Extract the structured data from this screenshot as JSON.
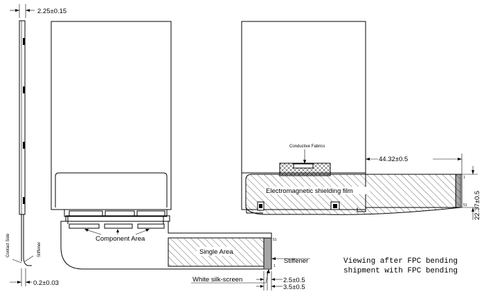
{
  "side_view": {
    "thickness_dim": "2.25±0.15",
    "contact_side": "Contact Side",
    "stiffener": "Stiffener",
    "fpc_thickness_dim": "0.2±0.03"
  },
  "front_view": {
    "component_area": "Component Area",
    "single_area": "Single Area",
    "stiffener": "Stiffener",
    "white_silk_screen": "White silk-screen",
    "pin_first": "51",
    "pin_last": "1",
    "dim_a": "2.5±0.5",
    "dim_b": "3.5±0.5"
  },
  "back_view": {
    "conductive_fabrics": "Conductive Fabrics",
    "emi_film": "Electromagnetic shielding film",
    "width_dim": "44.32±0.5",
    "height_dim": "22.37±0.5",
    "pin_top": "1",
    "pin_bottom": "51"
  },
  "notes": {
    "line1": "Viewing after FPC bending",
    "line2": "shipment with FPC bending"
  }
}
